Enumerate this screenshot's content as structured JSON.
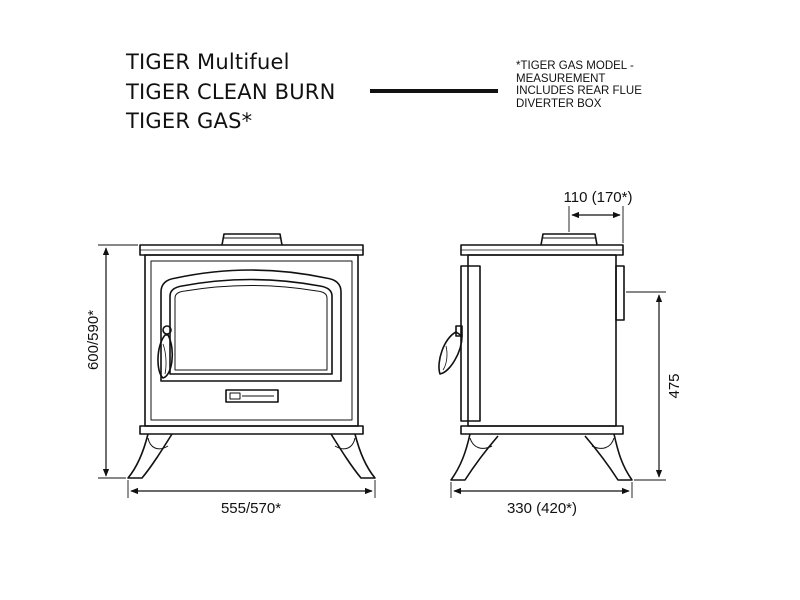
{
  "titles": {
    "line1": "TIGER Multifuel",
    "line2": "TIGER CLEAN BURN",
    "line3": "TIGER GAS*"
  },
  "note": {
    "text": "*TIGER GAS MODEL -\nMEASUREMENT\nINCLUDES REAR FLUE\nDIVERTER BOX"
  },
  "dimensions": {
    "front_height": "600/590*",
    "front_width": "555/570*",
    "side_depth": "330 (420*)",
    "side_flue": "110 (170*)",
    "side_height": "475"
  },
  "colors": {
    "line": "#111111",
    "background": "#ffffff"
  }
}
